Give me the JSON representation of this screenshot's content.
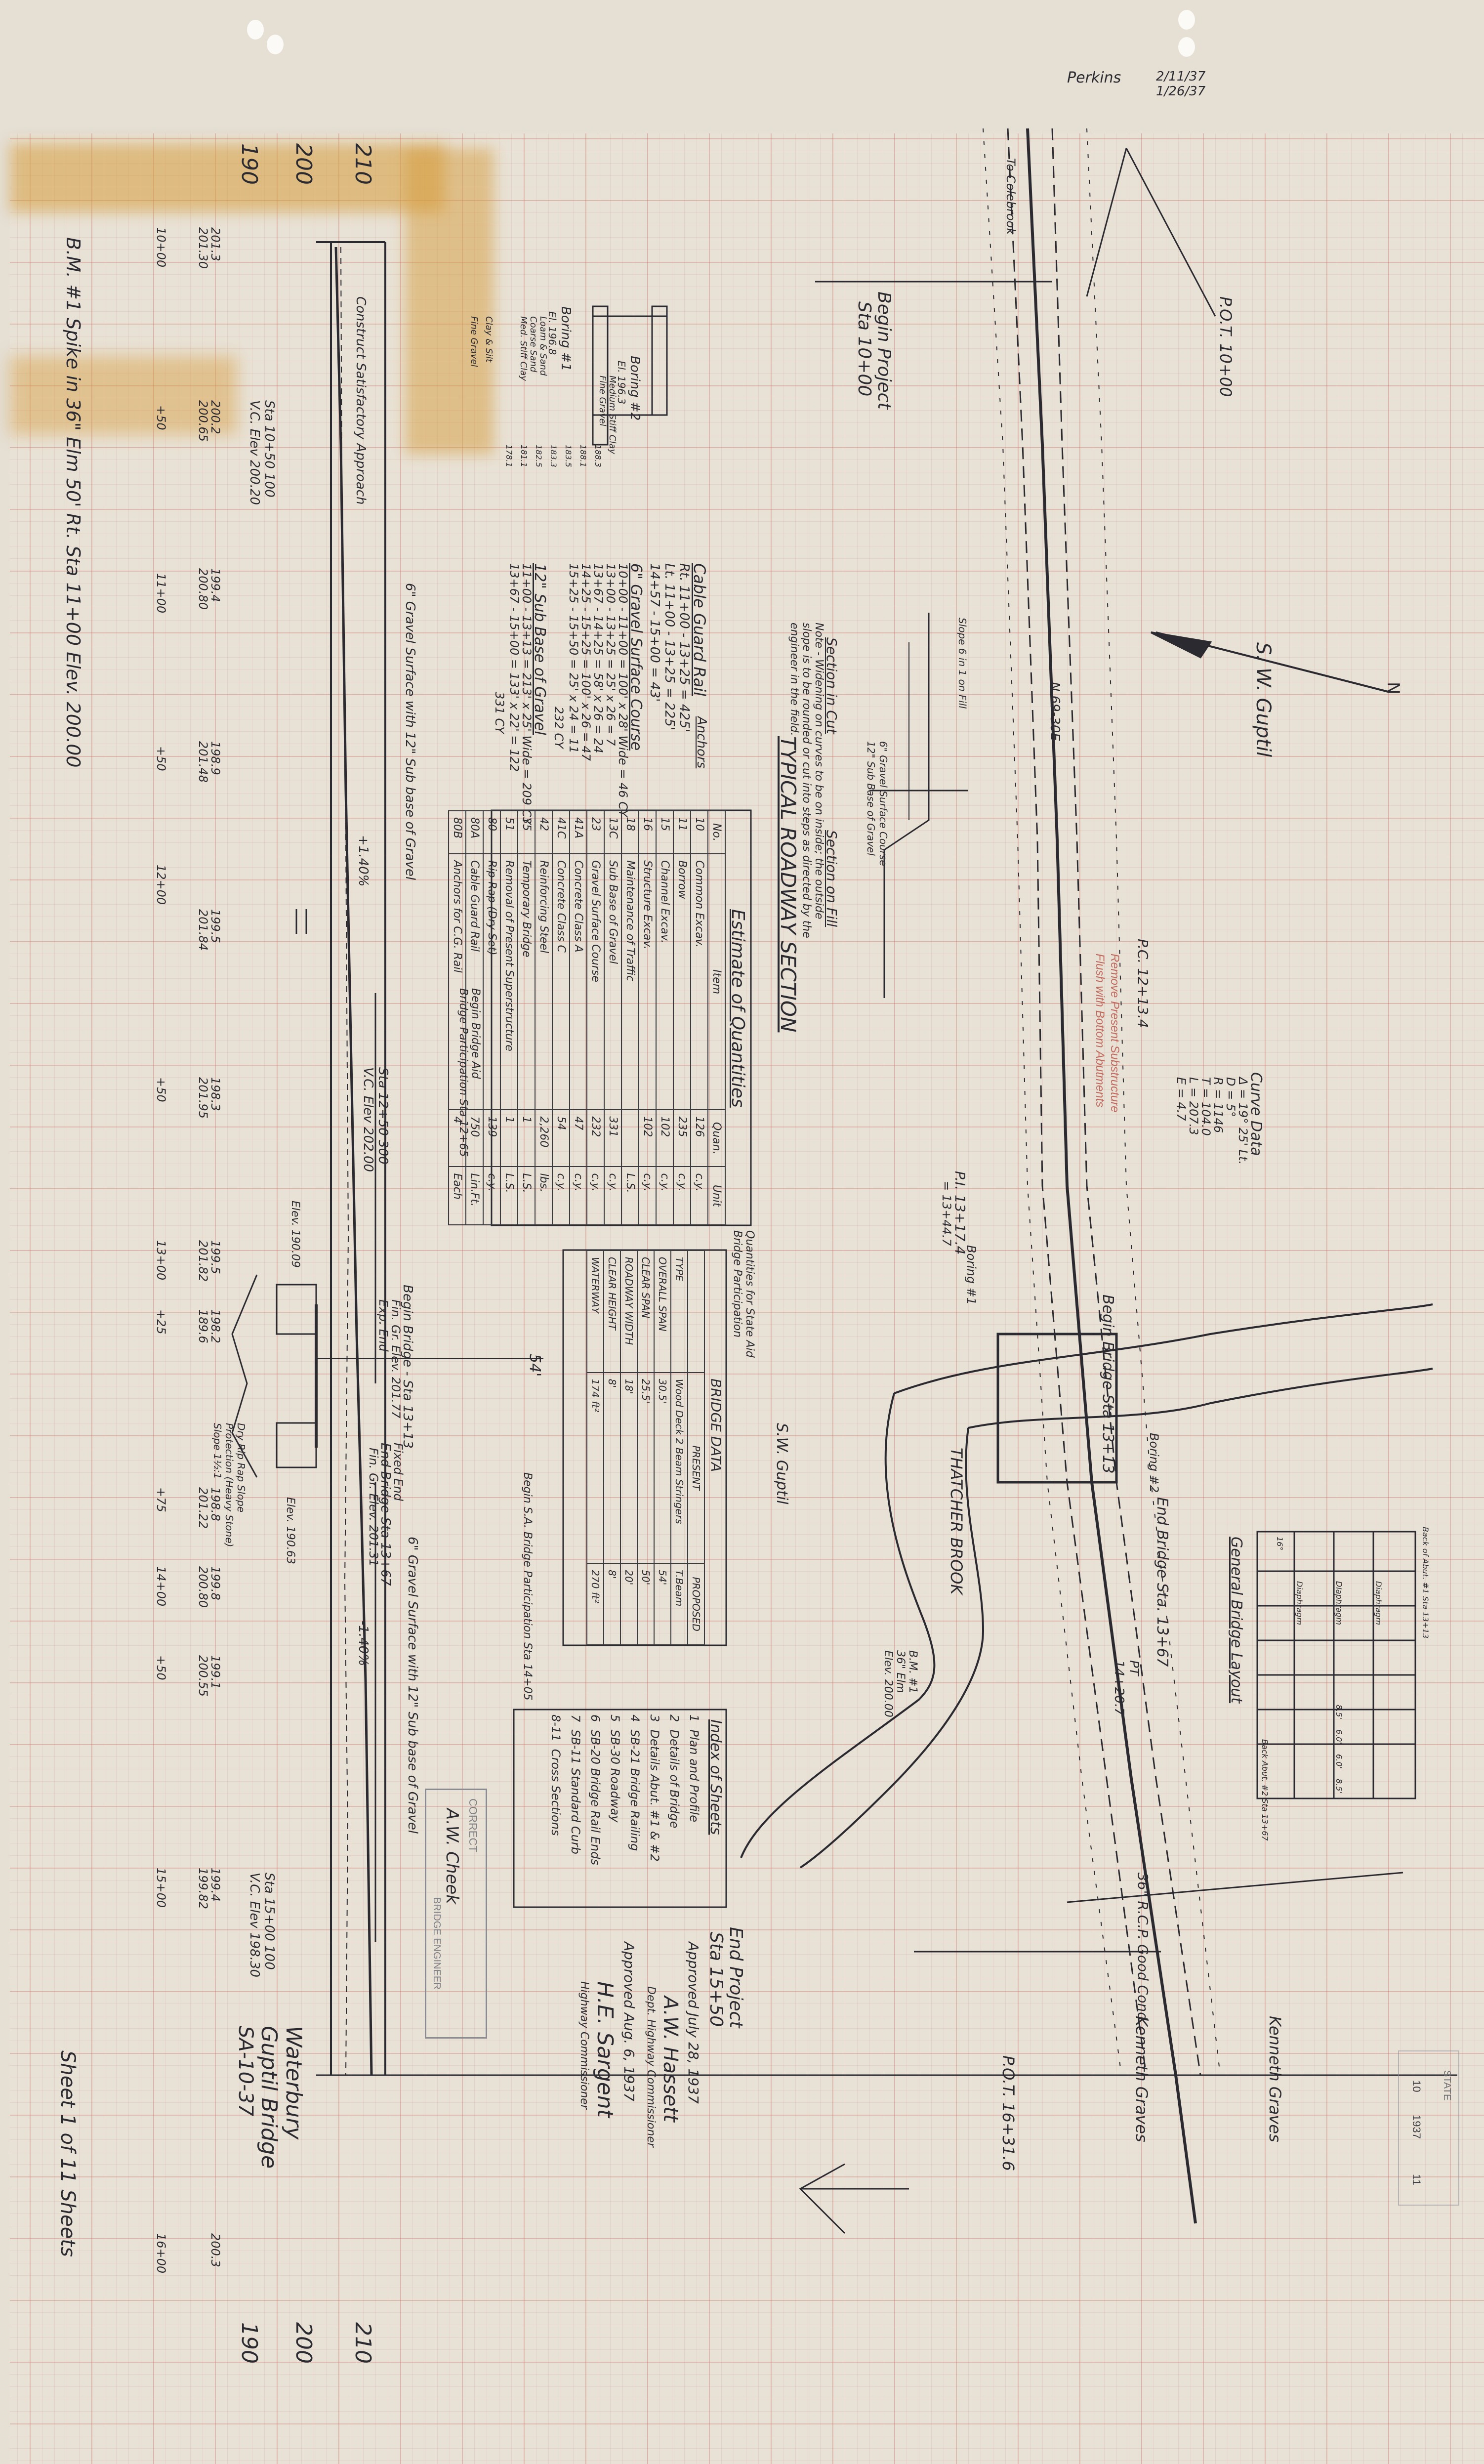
{
  "sheet_labels": {
    "date_1": "2/11/37",
    "date_2": "1/26/37",
    "surveyor": "Perkins"
  },
  "plan": {
    "to_colebrook": "To Colebrook",
    "pot_begin": "P.O.T. 10+00",
    "begin_project_1": "Begin Project",
    "begin_project_2": "Sta 10+00",
    "owner_1": "S. W. Guptil",
    "owner_2": "S.W. Guptil",
    "owner_3": "Kenneth Graves",
    "pot_end": "P.O.T. 16+31.6",
    "pc": "P.C. 12+13.4",
    "pi_1": "P.I. 13+17.4",
    "pi_2": "= 13+44.7",
    "pt_1": "PT",
    "pt_2": "14+20.7",
    "bearing": "N 69-30E",
    "boring_1": "Boring #1",
    "boring_2": "Boring #2",
    "begin_bridge": "Begin Bridge Sta 13+13",
    "end_bridge": "End Bridge Sta. 13+67",
    "brook": "THATCHER BROOK",
    "rcp": "36\" R.C.P. Good Cond.",
    "bm_1": "B.M. #1",
    "bm_2": "36\" Elm",
    "bm_3": "Elev. 200.00",
    "remove_1": "Remove Present Substructure",
    "remove_2": "Flush with Bottom Abutments",
    "end_project_1": "End Project",
    "end_project_2": "Sta 15+50",
    "north": "N"
  },
  "curve_data": {
    "title": "Curve Data",
    "lines": [
      "Δ = 19° 25' Lt.",
      "D = 5°",
      "R = 1146",
      "T = 104.0",
      "L = 207.3",
      "E = 4.7"
    ]
  },
  "typical_section": {
    "title": "TYPICAL ROADWAY SECTION",
    "in_cut": "Section in Cut",
    "on_fill": "Section on Fill",
    "note_1": "Note - Widening on curves to be on inside; the outside",
    "note_2": "slope is to be rounded or cut into steps as directed by the",
    "note_3": "engineer in the field.",
    "slope": "Slope 6 in 1 on Fill",
    "gravel": "6\" Gravel Surface Course",
    "subbase": "12\" Sub Base of Gravel"
  },
  "cable_guard_rail": {
    "title": "Cable Guard Rail",
    "anchors_label": "Anchors",
    "rows": [
      "Rt. 11+00 - 13+25 = 425'",
      "Lt. 11+00 - 13+25 = 225'",
      "14+57 - 15+00 = 43'"
    ]
  },
  "gravel_surface": {
    "title": "6\" Gravel Surface Course",
    "rows": [
      "10+00 - 11+00 = 100' x 28' Wide = 46 CY",
      "13+00 - 13+25 = 25' x 26 = 7",
      "13+67 - 14+25 = 58' x 26 = 24",
      "14+25 - 15+25 = 100' x 26 = 47",
      "15+25 - 15+50 = 25' x 24 = 11",
      "232 CY"
    ]
  },
  "sub_base": {
    "title": "12\" Sub Base of Gravel",
    "rows": [
      "11+00 - 13+13 = 213' x 25' Wide = 209 CY",
      "13+67 - 15+00 = 133' x 22' = 122",
      "331 CY"
    ]
  },
  "quantities": {
    "title": "Estimate of Quantities",
    "headers": [
      "No.",
      "Item",
      "Quan.",
      "Unit"
    ],
    "rows": [
      [
        "10",
        "Common Excav.",
        "126",
        "c.y."
      ],
      [
        "11",
        "Borrow",
        "235",
        "c.y."
      ],
      [
        "15",
        "Channel Excav.",
        "102",
        "c.y."
      ],
      [
        "16",
        "Structure Excav.",
        "102",
        "c.y."
      ],
      [
        "18",
        "Maintenance of Traffic",
        "",
        "L.S."
      ],
      [
        "13C",
        "Sub Base of Gravel",
        "331",
        "c.y."
      ],
      [
        "23",
        "Gravel Surface Course",
        "232",
        "c.y."
      ],
      [
        "41A",
        "Concrete Class A",
        "47",
        "c.y."
      ],
      [
        "41C",
        "Concrete Class C",
        "54",
        "c.y."
      ],
      [
        "42",
        "Reinforcing Steel",
        "2,260",
        "lbs."
      ],
      [
        "35",
        "Temporary Bridge",
        "1",
        "L.S."
      ],
      [
        "51",
        "Removal of Present Superstructure",
        "1",
        "L.S."
      ],
      [
        "80",
        "Rip-Rap (Dry Set)",
        "139",
        "c.y."
      ],
      [
        "80A",
        "Cable Guard Rail",
        "750",
        "Lin.Ft."
      ],
      [
        "80B",
        "Anchors for C.G. Rail",
        "4",
        "Each"
      ]
    ],
    "side_note_1": "Quantities for State Aid",
    "side_note_2": "Bridge Participation",
    "foot_1": "Begin Bridge Aid",
    "foot_2": "Bridge Participation Sta 12+65"
  },
  "bridge_data": {
    "title": "BRIDGE DATA",
    "headers": [
      "",
      "PRESENT",
      "PROPOSED"
    ],
    "rows": [
      [
        "TYPE",
        "Wood Deck 2 Beam Stringers",
        "T.Beam"
      ],
      [
        "OVERALL SPAN",
        "30.5'",
        "54'"
      ],
      [
        "CLEAR SPAN",
        "25.5'",
        "50'"
      ],
      [
        "ROADWAY WIDTH",
        "18'",
        "20'"
      ],
      [
        "CLEAR HEIGHT",
        "8'",
        "8'"
      ],
      [
        "WATERWAY",
        "174 ft²",
        "270 ft²"
      ]
    ],
    "foot": "Begin S.A. Bridge Participation Sta 14+05"
  },
  "sheet_index": {
    "title": "Index of Sheets",
    "rows": [
      [
        "1",
        "Plan and Profile"
      ],
      [
        "2",
        "Details of Bridge"
      ],
      [
        "3",
        "Details Abut. #1 & #2"
      ],
      [
        "4",
        "SB-21 Bridge Railing"
      ],
      [
        "5",
        "SB-30 Roadway"
      ],
      [
        "6",
        "SB-20 Bridge Rail Ends"
      ],
      [
        "7",
        "SB-11 Standard Curb"
      ],
      [
        "8-11",
        "Cross Sections"
      ]
    ]
  },
  "layout": {
    "title": "General Bridge Layout",
    "back_1": "Back of Abut. #1 Sta 13+13",
    "back_2": "Back Abut. #2 Sta 13+67",
    "diaphragm": "Diaphragm",
    "dims": [
      "8.5'",
      "6.0'",
      "6.0'",
      "8.5'"
    ],
    "skew": "16°"
  },
  "profile": {
    "elev_ticks": [
      "190",
      "200",
      "210"
    ],
    "elev_ticks_right": [
      "190",
      "200",
      "210"
    ],
    "bm_note": "B.M. #1   Spike in 36\" Elm   50' Rt. Sta 11+00   Elev. 200.00",
    "stations": [
      [
        "10+00",
        "201.3",
        "201.30"
      ],
      [
        "+50",
        "200.2",
        "200.65"
      ],
      [
        "11+00",
        "199.4",
        "200.80"
      ],
      [
        "+50",
        "198.9",
        "201.48"
      ],
      [
        "12+00",
        "199.5",
        "201.84"
      ],
      [
        "+50",
        "198.3",
        "201.95"
      ],
      [
        "13+00",
        "199.5",
        "201.82"
      ],
      [
        "+25",
        "198.2",
        "189.6"
      ],
      [
        "+75",
        "198.8",
        "201.22"
      ],
      [
        "14+00",
        "199.8",
        "200.80"
      ],
      [
        "+50",
        "199.1",
        "200.55"
      ],
      [
        "15+00",
        "199.4",
        "199.82"
      ],
      [
        "16+00",
        "200.3",
        ""
      ]
    ],
    "vc_1": "Sta 10+50 100 V.C. Elev 200.20",
    "vc_2": "Sta 12+50 300 V.C. Elev 202.00",
    "vc_3": "Sta 15+00 100 V.C. Elev 198.30",
    "grade_1": "+1.40%",
    "grade_2": "-1.40%",
    "approach": "Construct Satisfactory Approach",
    "gravel_1": "6\" Gravel Surface with 12\" Sub base of Gravel",
    "gravel_2": "6\" Gravel Surface with 12\" Sub base of Gravel",
    "begin_bridge": "Begin Bridge - Sta 13+13",
    "begin_fin": "Fin. Gr. Elev. 201.77",
    "exp_end": "Exp. End",
    "fixed_end": "Fixed End",
    "end_bridge": "End Bridge Sta 13+67",
    "end_fin": "Fin. Gr. Elev. 201.31",
    "elev_1": "Elev. 190.09",
    "elev_2": "Elev. 190.63",
    "span": "54'",
    "riprap": "Dry Rip Rap Slope Protection (Heavy Stone) Slope 1½:1",
    "boring_1": "Boring #1",
    "boring_2": "Boring #2",
    "boring_elev_1": "El. 196.8",
    "boring_elev_2": "El. 196.3",
    "soil": [
      "Loam & Sand",
      "Coarse Sand",
      "Med. Stiff Clay",
      "Clay & Silt",
      "Fine Gravel",
      "Medium Stiff Clay",
      "Fine Gravel"
    ],
    "boring_depths": [
      "188.3",
      "188.1",
      "183.5",
      "183.3",
      "182.5",
      "181.1",
      "178.1"
    ]
  },
  "approval": {
    "approved_1": "Approved July 28, 1937",
    "sig_1": "A.W. Hassett",
    "role_1": "Dept. Highway Commissioner",
    "approved_2": "Approved Aug. 6, 1937",
    "sig_2": "H.E. Sargent",
    "role_2": "Highway Commissioner",
    "project_1": "Waterbury",
    "project_2": "Guptil Bridge",
    "project_3": "SA-10-37",
    "sheet_of": "Sheet 1 of 11 Sheets",
    "correct_1": "CORRECT",
    "correct_sig": "A.W. Cheek",
    "correct_2": "BRIDGE ENGINEER",
    "corner_1": "STATE",
    "corner_2": "10",
    "corner_3": "1937",
    "corner_4": "11"
  },
  "colors": {
    "ink": "#2b2a30",
    "grid": "#c8645c",
    "paper": "#e8e2d6",
    "stain": "#d69c3c"
  }
}
